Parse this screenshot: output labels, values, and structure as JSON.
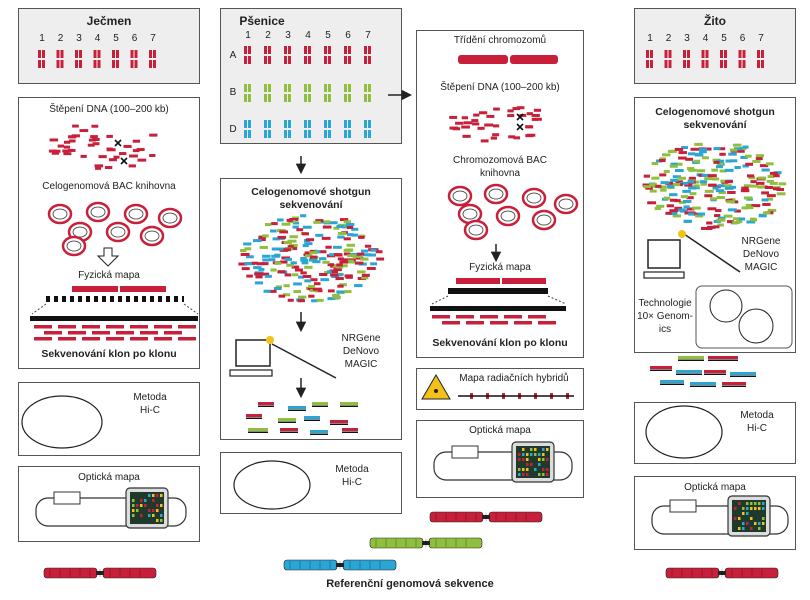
{
  "colors": {
    "red": "#c8203a",
    "green": "#8fbf3c",
    "blue": "#2aa6d6",
    "gray_panel": "#eeeeee"
  },
  "chromosome_numbers": [
    "1",
    "2",
    "3",
    "4",
    "5",
    "6",
    "7"
  ],
  "wheat_subgenomes": [
    "A",
    "B",
    "D"
  ],
  "barley": {
    "title": "Ječmen",
    "dna_cleavage": "Štěpení DNA (100–200 kb)",
    "bac_library": "Celogenomová BAC knihovna",
    "physical_map": "Fyzická mapa",
    "clone_by_clone": "Sekvenování klon po klonu",
    "hic_line1": "Metoda",
    "hic_line2": "Hi-C",
    "optical_map": "Optická mapa"
  },
  "wheat": {
    "title": "Pšenice",
    "shotgun_line1": "Celogenomové shotgun",
    "shotgun_line2": "sekvenování",
    "nrgene_line1": "NRGene",
    "nrgene_line2": "DeNovo",
    "nrgene_line3": "MAGIC",
    "hic_line1": "Metoda",
    "hic_line2": "Hi-C"
  },
  "sorting": {
    "title": "Třídění chromozomů",
    "dna_cleavage": "Štěpení DNA (100–200 kb)",
    "bac_line1": "Chromozomová BAC",
    "bac_line2": "knihovna",
    "physical_map": "Fyzická mapa",
    "clone_by_clone": "Sekvenování klon po klonu",
    "radiation_map": "Mapa radiačních hybridů",
    "optical_map": "Optická mapa"
  },
  "rye": {
    "title": "Žito",
    "shotgun_line1": "Celogenomové shotgun",
    "shotgun_line2": "sekvenování",
    "nrgene_line1": "NRGene",
    "nrgene_line2": "DeNovo",
    "nrgene_line3": "MAGIC",
    "tenx_line1": "Technologie",
    "tenx_line2": "10× Genom-",
    "tenx_line3": "ics",
    "hic_line1": "Metoda",
    "hic_line2": "Hi-C",
    "optical_map": "Optická mapa"
  },
  "reference_label": "Referenční genomová sekvence"
}
